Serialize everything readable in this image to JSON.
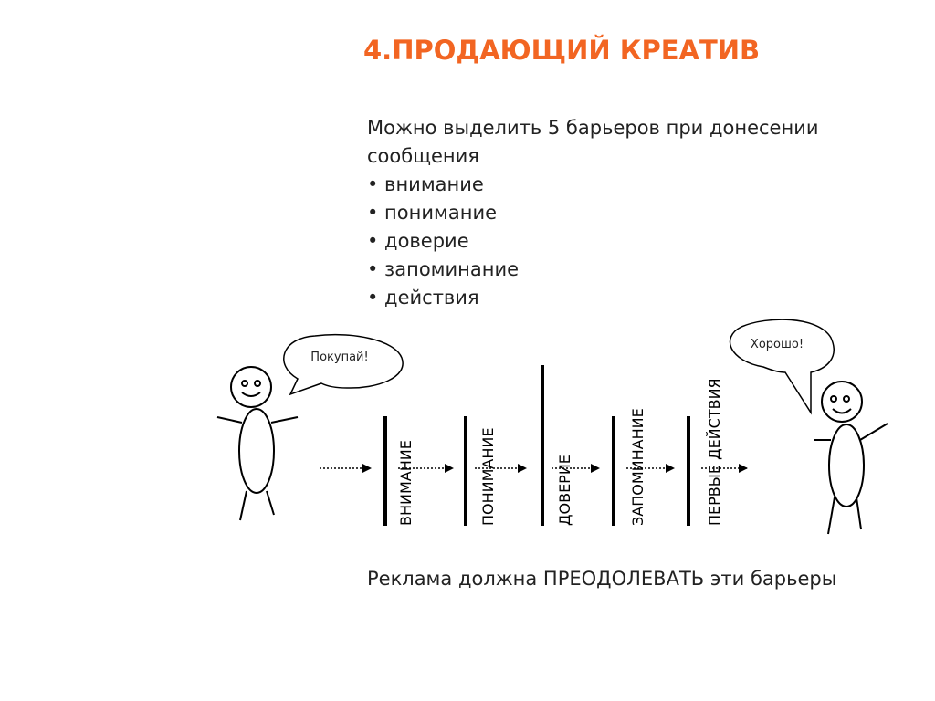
{
  "title": "4.ПРОДАЮЩИЙ КРЕАТИВ",
  "intro_line1": "Можно выделить 5 барьеров при донесении",
  "intro_line2": "сообщения",
  "bullets": [
    "• внимание",
    "• понимание",
    "• доверие",
    "• запоминание",
    "• действия"
  ],
  "speech_left": "Покупай!",
  "speech_right": "Хорошо!",
  "barriers": [
    "ВНИМАНИЕ",
    "ПОНИМАНИЕ",
    "ДОВЕРИЕ",
    "ЗАПОМИНАНИЕ",
    "ПЕРВЫЕ ДЕЙСТВИЯ"
  ],
  "conclusion": "Реклама должна ПРЕОДОЛЕВАТЬ эти барьеры",
  "colors": {
    "title": "#f26522",
    "text": "#222222",
    "lines": "#000000"
  }
}
